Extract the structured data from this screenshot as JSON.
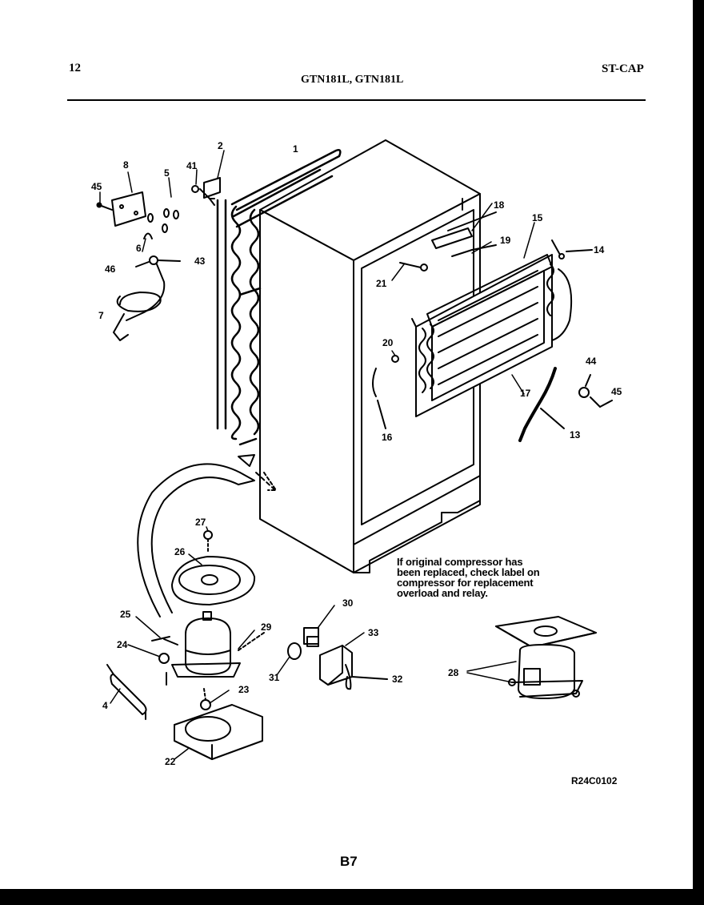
{
  "header": {
    "page_number": "12",
    "models": "GTN181L, GTN181L",
    "section_code": "ST-CAP"
  },
  "note": {
    "lines": [
      "If original compressor has",
      "been replaced, check label on",
      "compressor for replacement",
      "overload and relay."
    ]
  },
  "footer": {
    "drawing_number": "R24C0102",
    "page_code": "B7"
  },
  "part_labels": [
    "1",
    "2",
    "4",
    "5",
    "6",
    "7",
    "8",
    "13",
    "14",
    "15",
    "16",
    "17",
    "18",
    "19",
    "20",
    "21",
    "22",
    "23",
    "24",
    "25",
    "26",
    "27",
    "28",
    "29",
    "30",
    "31",
    "32",
    "33",
    "41",
    "43",
    "44",
    "45",
    "45",
    "46"
  ]
}
